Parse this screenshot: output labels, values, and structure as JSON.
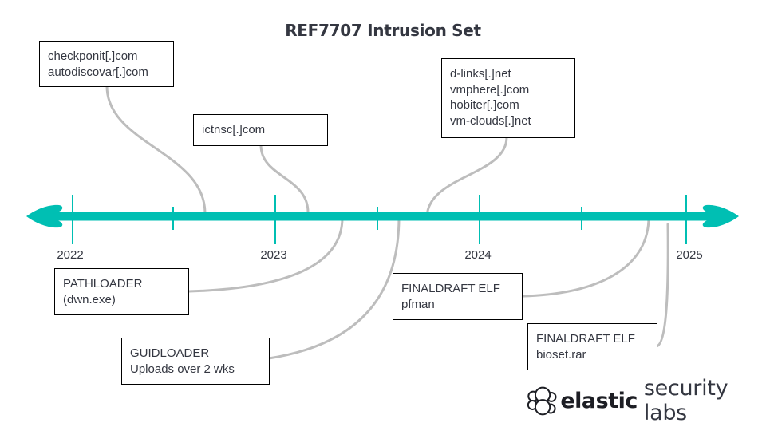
{
  "title": "REF7707 Intrusion Set",
  "colors": {
    "timeline": "#00bfb3",
    "connector": "#bdbdbd",
    "text": "#343741",
    "box_border": "#000000"
  },
  "timeline": {
    "years": [
      "2022",
      "2023",
      "2024",
      "2025"
    ],
    "arrows": "both-directions"
  },
  "events_above": [
    {
      "id": "checkponit",
      "lines": [
        "checkponit[.]com",
        "autodiscovar[.]com"
      ]
    },
    {
      "id": "ictnsc",
      "lines": [
        "ictnsc[.]com"
      ]
    },
    {
      "id": "dlinks",
      "lines": [
        "d-links[.]net",
        "vmphere[.]com",
        "hobiter[.]com",
        "vm-clouds[.]net"
      ]
    }
  ],
  "events_below": [
    {
      "id": "pathloader",
      "lines": [
        "PATHLOADER",
        "(dwn.exe)"
      ]
    },
    {
      "id": "guidloader",
      "lines": [
        "GUIDLOADER",
        "Uploads over 2 wks"
      ]
    },
    {
      "id": "finaldraft-pfman",
      "lines": [
        "FINALDRAFT ELF",
        "pfman"
      ]
    },
    {
      "id": "finaldraft-bioset",
      "lines": [
        "FINALDRAFT ELF",
        "bioset.rar"
      ]
    }
  ],
  "brand": {
    "icon": "elastic-logo-icon",
    "word_bold": "elastic",
    "word_light": "security labs"
  }
}
